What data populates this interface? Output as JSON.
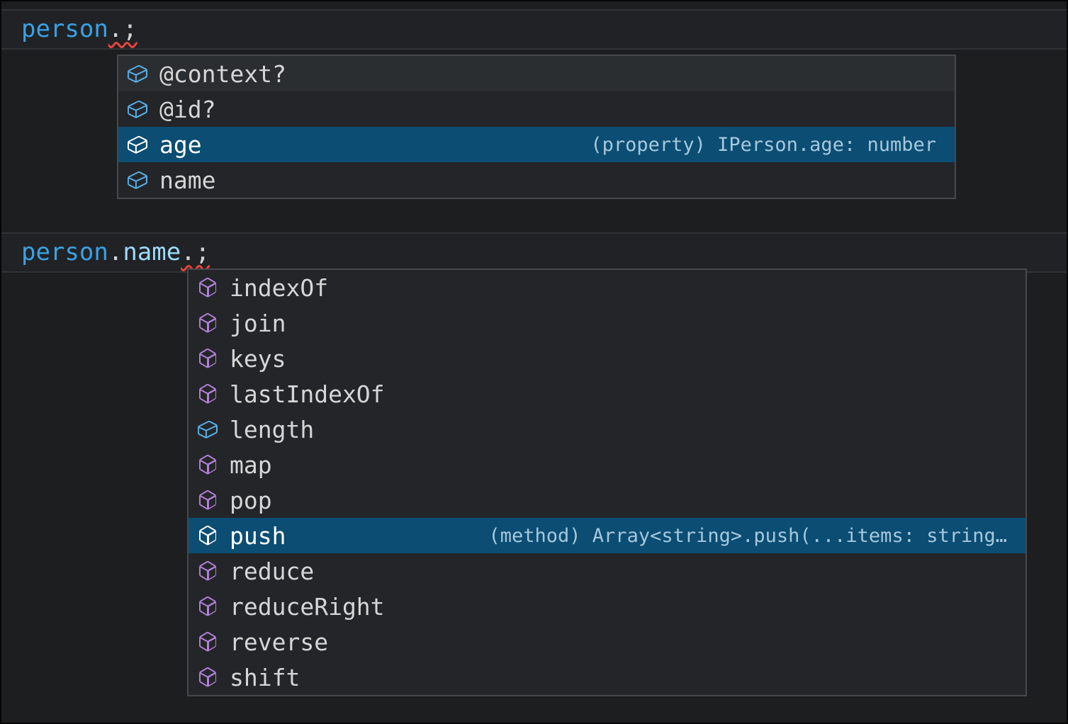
{
  "app": {
    "title": "Code editor with IntelliSense suggestion popups",
    "theme": "dark"
  },
  "colors": {
    "editor_background": "#1d1e1f",
    "popup_background": "#242528",
    "popup_border": "#46494b",
    "selected_row_background": "#0b4d73",
    "hover_row_background": "#2b2e30",
    "field_icon_blue": "#58ace5",
    "method_icon_purple": "#b180d7",
    "error_squiggle_red": "#e8443c",
    "variable_blue": "#38a2e4",
    "property_light_blue": "#9cdcfe",
    "detail_text": "#a6c8dd"
  },
  "example1": {
    "code": {
      "identifier": "person",
      "error_text": ".;"
    },
    "popup": {
      "items": [
        {
          "label": "@context?",
          "icon": "symbol-field",
          "kind": "field",
          "state": "hover"
        },
        {
          "label": "@id?",
          "icon": "symbol-field",
          "kind": "field",
          "state": "normal"
        },
        {
          "label": "age",
          "icon": "symbol-field",
          "kind": "field",
          "state": "selected",
          "detail": "(property) IPerson.age: number"
        },
        {
          "label": "name",
          "icon": "symbol-field",
          "kind": "field",
          "state": "normal"
        }
      ]
    }
  },
  "example2": {
    "code": {
      "identifier": "person",
      "dot": ".",
      "property": "name",
      "error_text": ".;"
    },
    "popup": {
      "items": [
        {
          "label": "indexOf",
          "icon": "symbol-method",
          "kind": "method",
          "state": "normal"
        },
        {
          "label": "join",
          "icon": "symbol-method",
          "kind": "method",
          "state": "normal"
        },
        {
          "label": "keys",
          "icon": "symbol-method",
          "kind": "method",
          "state": "normal"
        },
        {
          "label": "lastIndexOf",
          "icon": "symbol-method",
          "kind": "method",
          "state": "normal"
        },
        {
          "label": "length",
          "icon": "symbol-field",
          "kind": "field",
          "state": "normal"
        },
        {
          "label": "map",
          "icon": "symbol-method",
          "kind": "method",
          "state": "normal"
        },
        {
          "label": "pop",
          "icon": "symbol-method",
          "kind": "method",
          "state": "normal"
        },
        {
          "label": "push",
          "icon": "symbol-method",
          "kind": "method",
          "state": "selected",
          "detail": "(method) Array<string>.push(...items: string…"
        },
        {
          "label": "reduce",
          "icon": "symbol-method",
          "kind": "method",
          "state": "normal"
        },
        {
          "label": "reduceRight",
          "icon": "symbol-method",
          "kind": "method",
          "state": "normal"
        },
        {
          "label": "reverse",
          "icon": "symbol-method",
          "kind": "method",
          "state": "normal"
        },
        {
          "label": "shift",
          "icon": "symbol-method",
          "kind": "method",
          "state": "normal"
        }
      ]
    }
  }
}
